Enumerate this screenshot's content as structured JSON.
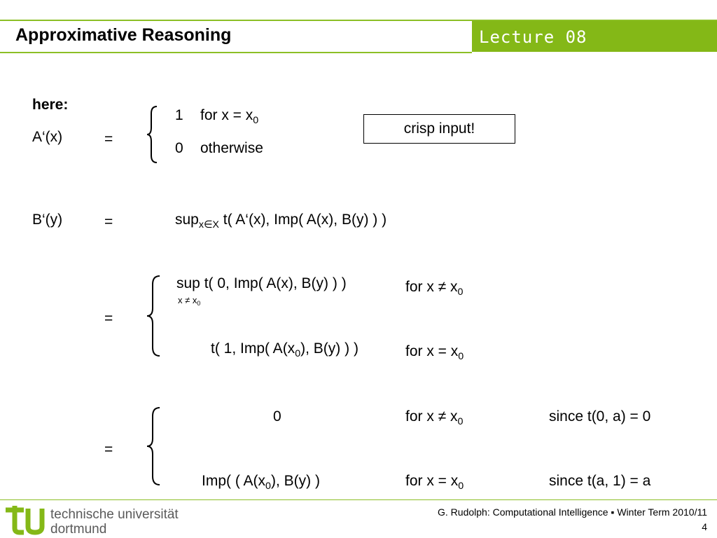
{
  "header": {
    "title": "Approximative Reasoning",
    "lecture": "Lecture 08"
  },
  "block1": {
    "here": "here:",
    "lhs": "A‘(x)",
    "eq": "=",
    "case1_val": "1",
    "case1_cond": "for x = x",
    "case1_sub": "0",
    "case2_val": "0",
    "case2_cond": "otherwise",
    "crisp_note": "crisp input!"
  },
  "block2": {
    "lhs": "B‘(y)",
    "eq": "=",
    "sup": "sup",
    "sup_sub": "x∈X",
    "rest": " t( A‘(x), Imp( A(x), B(y) ) )"
  },
  "block3": {
    "eq": "=",
    "row1_expr": "sup t( 0, Imp( A(x), B(y) ) )",
    "row1_under": "x ≠ x",
    "row1_under_sub": "0",
    "row1_cond": "for x ≠ x",
    "row1_cond_sub": "0",
    "row2_expr_a": "t( 1, Imp( A(x",
    "row2_expr_sub": "0",
    "row2_expr_b": "), B(y) ) )",
    "row2_cond": "for x = x",
    "row2_cond_sub": "0"
  },
  "block4": {
    "eq": "=",
    "row1_val": "0",
    "row1_cond": "for x ≠ x",
    "row1_cond_sub": "0",
    "row1_reason": "since t(0, a) = 0",
    "row2_val_a": "Imp( ( A(x",
    "row2_val_sub": "0",
    "row2_val_b": "), B(y) )",
    "row2_cond": "for x = x",
    "row2_cond_sub": "0",
    "row2_reason": "since t(a, 1) = a"
  },
  "footer": {
    "uni_line1": "technische universität",
    "uni_line2": "dortmund",
    "credit": "G. Rudolph: Computational Intelligence ▪ Winter Term 2010/11",
    "page": "4"
  },
  "colors": {
    "accent": "#84b817",
    "text": "#000000"
  }
}
